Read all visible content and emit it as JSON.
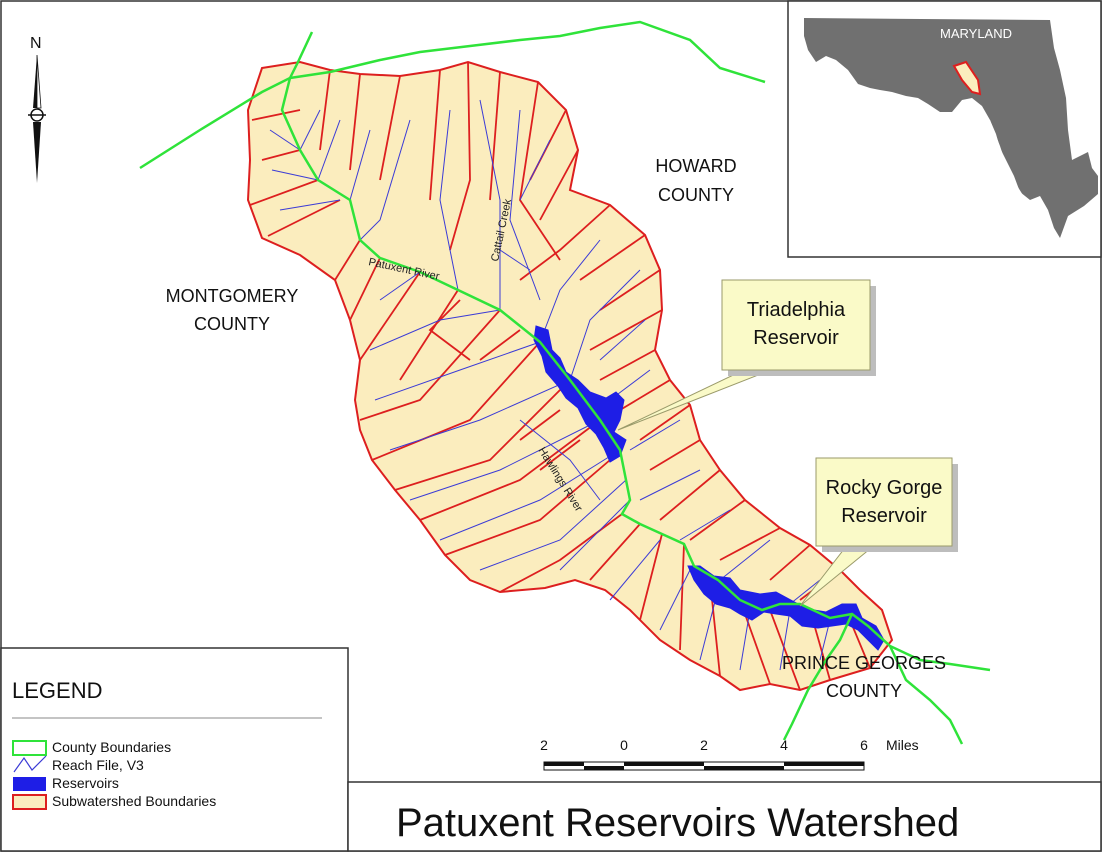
{
  "title": "Patuxent Reservoirs Watershed",
  "north_label": "N",
  "counties": {
    "howard": [
      "HOWARD",
      "COUNTY"
    ],
    "montgomery": [
      "MONTGOMERY",
      "COUNTY"
    ],
    "prince_georges": [
      "PRINCE GEORGES",
      "COUNTY"
    ]
  },
  "reservoir_callouts": {
    "triadelphia": [
      "Triadelphia",
      "Reservoir"
    ],
    "rocky_gorge": [
      "Rocky Gorge",
      "Reservoir"
    ]
  },
  "river_labels": {
    "patuxent": "Patuxent River",
    "cattail": "Cattail Creek",
    "hawlings": "Hawlings River"
  },
  "inset": {
    "label": "MARYLAND"
  },
  "legend": {
    "title": "LEGEND",
    "items": [
      {
        "label": "County Boundaries",
        "symbol": "county-boundary"
      },
      {
        "label": "Reach File, V3",
        "symbol": "reach"
      },
      {
        "label": "Reservoirs",
        "symbol": "reservoir"
      },
      {
        "label": "Subwatershed Boundaries",
        "symbol": "subwatershed"
      }
    ]
  },
  "scale_bar": {
    "ticks": [
      "2",
      "0",
      "2",
      "4",
      "6"
    ],
    "unit": "Miles"
  },
  "colors": {
    "watershed_fill": "#fbedbe",
    "subwatershed_line": "#dd1f1f",
    "reach_line": "#3b3bd6",
    "county_line": "#2fe33a",
    "reservoir_fill": "#1e1ee6",
    "callout_fill": "#fafac8",
    "inset_land": "#707070"
  }
}
